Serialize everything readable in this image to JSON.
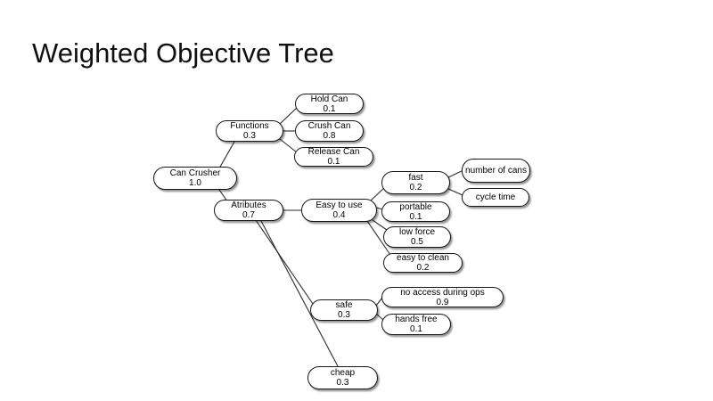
{
  "slide": {
    "title": "Weighted Objective Tree"
  },
  "colors": {
    "background": "#ffffff",
    "node_fill": "#ffffff",
    "node_border": "#161616",
    "edge": "#2b2b2b",
    "text": "#000000"
  },
  "tree": {
    "label": "Can Crusher",
    "weight": "1.0",
    "children": [
      {
        "label": "Functions",
        "weight": "0.3",
        "children": [
          {
            "label": "Hold Can",
            "weight": "0.1"
          },
          {
            "label": "Crush Can",
            "weight": "0.8"
          },
          {
            "label": "Release Can",
            "weight": "0.1"
          }
        ]
      },
      {
        "label": "Atributes",
        "weight": "0.7",
        "children": [
          {
            "label": "Easy to use",
            "weight": "0.4",
            "children": [
              {
                "label": "fast",
                "weight": "0.2",
                "children": [
                  {
                    "label": "number of cans"
                  },
                  {
                    "label": "cycle time"
                  }
                ]
              },
              {
                "label": "portable",
                "weight": "0.1"
              },
              {
                "label": "low force",
                "weight": "0.5"
              },
              {
                "label": "easy to clean",
                "weight": "0.2"
              }
            ]
          },
          {
            "label": "safe",
            "weight": "0.3",
            "children": [
              {
                "label": "no access during ops",
                "weight": "0.9"
              },
              {
                "label": "hands free",
                "weight": "0.1"
              }
            ]
          },
          {
            "label": "cheap",
            "weight": "0.3"
          }
        ]
      }
    ]
  }
}
